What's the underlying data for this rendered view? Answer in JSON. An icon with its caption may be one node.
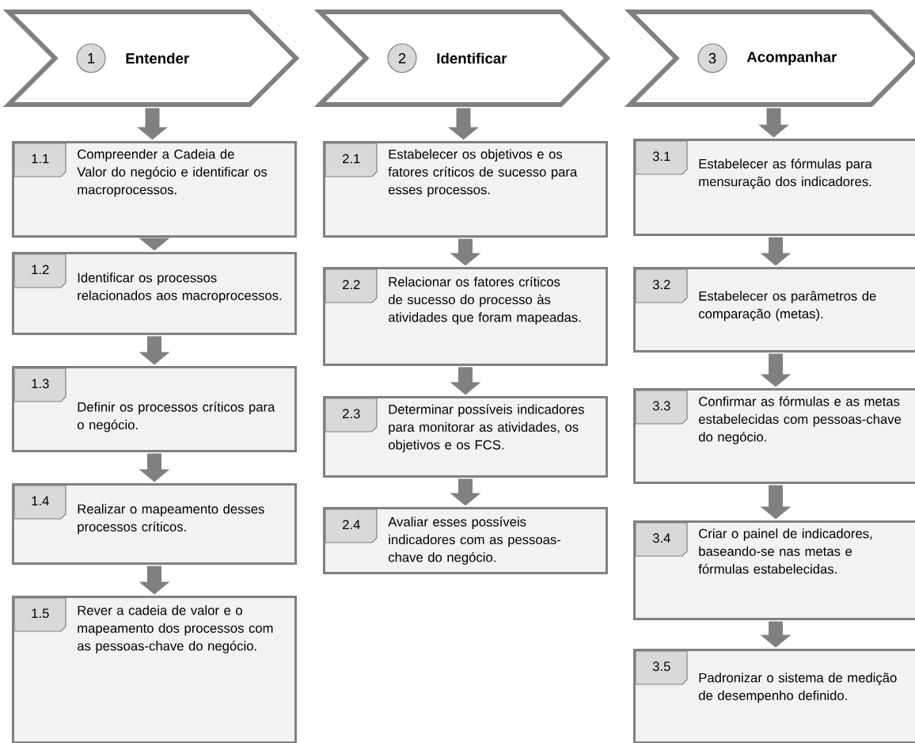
{
  "diagram": {
    "nodes": [
      {
        "text": [
          "Entender"
        ]
      },
      {
        "text": [
          "1"
        ],
        "in": 0
      },
      {
        "text": [
          "Compreender a Cadeia de Valor do negócio e identificar os macroprocessos."
        ]
      },
      {
        "text": [
          "1.1"
        ],
        "in": 2
      },
      {
        "text": [
          "Identificar os processos relacionados aos macroprocessos."
        ]
      },
      {
        "text": [
          "1.2"
        ],
        "in": 4
      },
      {
        "text": [
          "Definir os processos críticos para o negócio."
        ]
      },
      {
        "text": [
          "1.3"
        ],
        "in": 6
      },
      {
        "text": [
          "Realizar o mapeamento desses processos críticos."
        ]
      },
      {
        "text": [
          "1.4"
        ],
        "in": 8
      },
      {
        "text": [
          "Rever a cadeia de valor e o mapeamento dos processos com as pessoas-chave do negócio."
        ]
      },
      {
        "text": [
          "1.5"
        ],
        "in": 10
      },
      {
        "text": [
          "Identificar"
        ]
      },
      {
        "text": [
          "2"
        ],
        "in": 12
      },
      {
        "text": [
          "Estabelecer os objetivos e os fatores críticos de sucesso para esses processos."
        ]
      },
      {
        "text": [
          "2.1"
        ],
        "in": 14
      },
      {
        "text": [
          "Relacionar os fatores críticos de sucesso do processo às atividades que foram mapeadas."
        ]
      },
      {
        "text": [
          "2.2"
        ],
        "in": 16
      },
      {
        "text": [
          "Determinar possíveis indicadores para monitorar as atividades, os objetivos e os FCS."
        ]
      },
      {
        "text": [
          "2.3"
        ],
        "in": 18
      },
      {
        "text": [
          "Avaliar esses possíveis indicadores com as pessoas-chave do negócio."
        ]
      },
      {
        "text": [
          "2.4"
        ],
        "in": 20
      },
      {
        "text": [
          "Acompanhar"
        ]
      },
      {
        "text": [
          "3"
        ],
        "in": 22
      },
      {
        "text": [
          "Estabelecer as fórmulas para mensuração dos indicadores."
        ]
      },
      {
        "text": [
          "3.1"
        ],
        "in": 24
      },
      {
        "text": [
          "Estabelecer os parâmetros de comparação (metas)."
        ]
      },
      {
        "text": [
          "3.2"
        ],
        "in": 26
      },
      {
        "text": [
          "Confirmar as fórmulas e as metas estabelecidas com pessoas-chave do negócio."
        ]
      },
      {
        "text": [
          "3.3"
        ],
        "in": 28
      },
      {
        "text": [
          "Criar o painel de indicadores, baseando-se nas metas e fórmulas estabelecidas."
        ]
      },
      {
        "text": [
          "3.4"
        ],
        "in": 30
      },
      {
        "text": [
          "Padronizar o sistema de medição de desempenho definido."
        ]
      },
      {
        "text": [
          "3.5"
        ],
        "in": 32
      }
    ],
    "edges": [
      {
        "from": 0,
        "to": 2,
        "arrow": "to"
      },
      {
        "from": 2,
        "to": 4,
        "arrow": "to"
      },
      {
        "from": 4,
        "to": 6,
        "arrow": "to"
      },
      {
        "from": 6,
        "to": 8,
        "arrow": "to"
      },
      {
        "from": 8,
        "to": 10,
        "arrow": "to"
      },
      {
        "from": 12,
        "to": 14,
        "arrow": "to"
      },
      {
        "from": 14,
        "to": 16,
        "arrow": "to"
      },
      {
        "from": 16,
        "to": 18,
        "arrow": "to"
      },
      {
        "from": 18,
        "to": 20,
        "arrow": "to"
      },
      {
        "from": 22,
        "to": 24,
        "arrow": "to"
      },
      {
        "from": 24,
        "to": 26,
        "arrow": "to"
      },
      {
        "from": 26,
        "to": 28,
        "arrow": "to"
      },
      {
        "from": 28,
        "to": 30,
        "arrow": "to"
      },
      {
        "from": 30,
        "to": 32,
        "arrow": "to"
      }
    ]
  }
}
